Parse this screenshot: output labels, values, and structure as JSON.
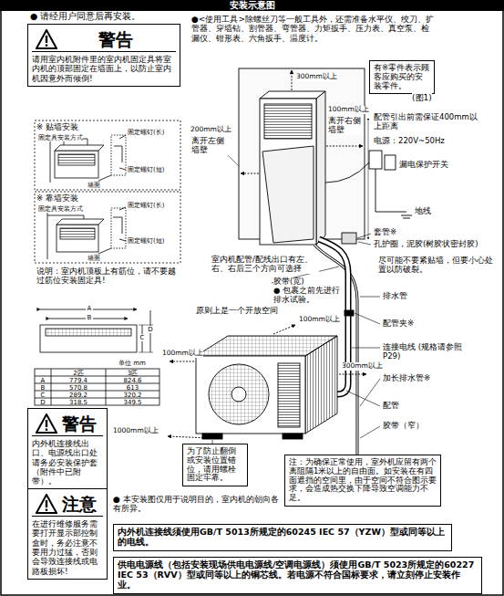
{
  "diagram": {
    "title": "安装示意图",
    "nodes": [
      {
        "text": [
          "警告",
          "请用室内机附件里的室内机固定具将室内机的顶部固定在墙面上，以防止室内机因意外而倾倒!"
        ]
      },
      {
        "text": [
          "有※零件表示顾客应购买的安装零件。"
        ]
      },
      {
        "text": [
          "警告",
          "内外机连接线出口、电源线出口处请务必安装保护套（附件中已附带）。"
        ]
      },
      {
        "text": [
          "为了防止翻倒或安装位置错位，请用螺栓固定牢靠。"
        ]
      },
      {
        "text": [
          "注意",
          "在进行维修服务需要打开显示部控制盒时，务必注意不要用力过猛，否则会导致连接线或电路板损坏!"
        ]
      },
      {
        "text": [
          "注：为确保正常使用，室外机应留有两个离阻隔1米以上的自由面。如安装在有四面遮挡的空间里，由于空间不符合图示要求，会造成热交换下降导致空调能力不足。"
        ]
      },
      {
        "text": [
          "内外机连接线须使用GB/T 5013所规定的60245 IEC 57（YZW）型或同等以上的电线。"
        ]
      },
      {
        "text": [
          "供电电源线（包括安装现场供电电源线/空调电源线）须使用GB/T 5023所规定的60227 IEC 53（RVV）型或同等以上的铜芯线。若电源不符合国标要求，请立刻停止安装作业。"
        ]
      }
    ],
    "labels": [
      "● 请经用户同意后再安装。",
      "※ 贴墙安装",
      "固定具安装方式",
      "固定螺钉(长)",
      "固定螺钉(短)",
      "墙面",
      "※ 靠墙安装",
      "固定具安装方式",
      "固定螺钉(长)",
      "固定螺钉(短)",
      "墙面",
      "说明：室内机顶板上有筋位，请不要越过筋位安装固定具!",
      "●<使用工具>除螺丝刀等一般工具外，还需准备水平仪、绞刀、扩管器、穿墙钻、割管器、弯管器、力矩扳手、压力表、真空泵、检漏仪、钳形表、六角扳手、温度计。",
      "(图1)",
      "300mm以上",
      "200mm以上",
      "离开左侧墙壁",
      "100mm以上",
      "离开右侧墙壁",
      "配管引出前需保证400mm以上距离",
      "电源：220V~50Hz",
      "漏电保护开关",
      "地线",
      "套管※",
      "孔护圈，泥胶(树胶状密封胶)",
      "尽可能不要紧贴墙，但要小心处置以防破裂。",
      "室内机配管/配线出口有左、右、右后三个方向可选择",
      "胶带(宽)",
      "● 包裹之前先进行排水试验。",
      "排水管",
      "配管夹※",
      "连接电线 (规格请参照P29)",
      "加长排水管※",
      "配管",
      "胶带（窄）",
      "原则上是一个开放空间",
      "100mm以上",
      "100mm以上",
      "300mm以上",
      "1000mm以上",
      "● 本安装图仅用于说明目的，室内机的朝向各有所异。",
      "A",
      "B",
      "C",
      "D",
      "单位 mm",
      "2匹",
      "3匹",
      "A",
      "779.4",
      "824.6",
      "B",
      "570.8",
      "613",
      "C",
      "289.2",
      "320.2",
      "D",
      "318.5",
      "349.5"
    ]
  }
}
